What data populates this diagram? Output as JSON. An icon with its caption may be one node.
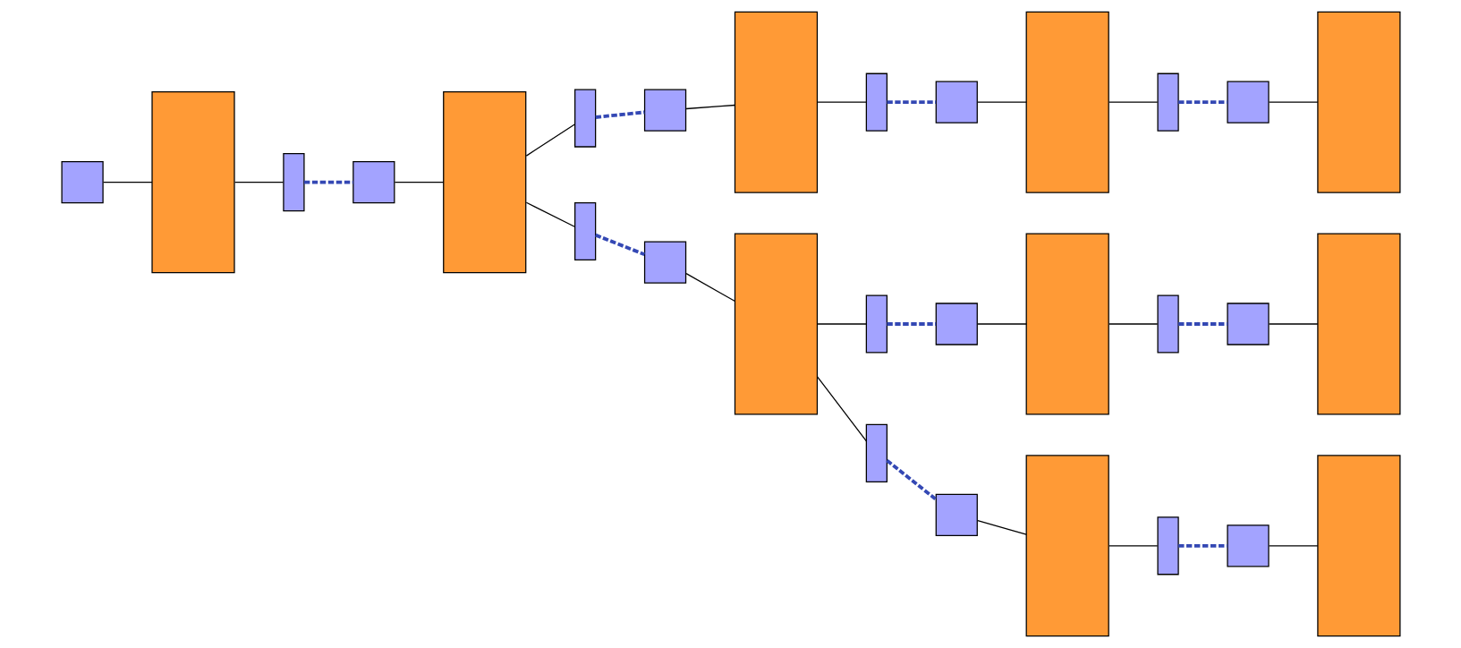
{
  "diagram": {
    "nodes": [
      {
        "text": [],
        "shape": "box"
      },
      {
        "text": [],
        "shape": "bar"
      },
      {
        "text": [],
        "shape": "bracket"
      },
      {
        "text": [],
        "shape": "box"
      },
      {
        "text": [],
        "shape": "bar"
      },
      {
        "text": [],
        "shape": "bracket"
      },
      {
        "text": [],
        "shape": "bracket"
      },
      {
        "text": [],
        "shape": "box"
      },
      {
        "text": [],
        "shape": "bar"
      },
      {
        "text": [],
        "shape": "bracket"
      },
      {
        "text": [],
        "shape": "box"
      },
      {
        "text": [],
        "shape": "bar"
      },
      {
        "text": [],
        "shape": "bracket"
      },
      {
        "text": [],
        "shape": "box"
      },
      {
        "text": [],
        "shape": "bar"
      },
      {
        "text": [],
        "shape": "box"
      },
      {
        "text": [],
        "shape": "bar"
      },
      {
        "text": [],
        "shape": "bracket"
      },
      {
        "text": [],
        "shape": "bracket"
      },
      {
        "text": [],
        "shape": "box"
      },
      {
        "text": [],
        "shape": "bar"
      },
      {
        "text": [],
        "shape": "bracket"
      },
      {
        "text": [],
        "shape": "box"
      },
      {
        "text": [],
        "shape": "bar"
      },
      {
        "text": [],
        "shape": "box"
      },
      {
        "text": [],
        "shape": "bar"
      },
      {
        "text": [],
        "shape": "bracket"
      },
      {
        "text": [],
        "shape": "box"
      },
      {
        "text": [],
        "shape": "bar"
      }
    ],
    "edges": [
      {
        "from": 0,
        "to": 1,
        "arrow": "none"
      },
      {
        "from": 1,
        "to": 2,
        "arrow": "none"
      },
      {
        "from": 2,
        "to": 3,
        "arrow": "none",
        "style": "dashed",
        "color": "#3448b4"
      },
      {
        "from": 3,
        "to": 4,
        "arrow": "none"
      },
      {
        "from": 4,
        "to": 5,
        "arrow": "none"
      },
      {
        "from": 4,
        "to": 6,
        "arrow": "none"
      },
      {
        "from": 5,
        "to": 7,
        "arrow": "none",
        "style": "dashed",
        "color": "#3448b4"
      },
      {
        "from": 6,
        "to": 15,
        "arrow": "none",
        "style": "dashed",
        "color": "#3448b4"
      },
      {
        "from": 7,
        "to": 8,
        "arrow": "none"
      },
      {
        "from": 8,
        "to": 9,
        "arrow": "none"
      },
      {
        "from": 9,
        "to": 10,
        "arrow": "none",
        "style": "dashed",
        "color": "#3448b4"
      },
      {
        "from": 10,
        "to": 11,
        "arrow": "none"
      },
      {
        "from": 11,
        "to": 12,
        "arrow": "none"
      },
      {
        "from": 12,
        "to": 13,
        "arrow": "none",
        "style": "dashed",
        "color": "#3448b4"
      },
      {
        "from": 13,
        "to": 14,
        "arrow": "none"
      },
      {
        "from": 15,
        "to": 16,
        "arrow": "none"
      },
      {
        "from": 16,
        "to": 17,
        "arrow": "none"
      },
      {
        "from": 16,
        "to": 18,
        "arrow": "none"
      },
      {
        "from": 17,
        "to": 19,
        "arrow": "none",
        "style": "dashed",
        "color": "#3448b4"
      },
      {
        "from": 18,
        "to": 24,
        "arrow": "none",
        "style": "dashed",
        "color": "#3448b4"
      },
      {
        "from": 19,
        "to": 20,
        "arrow": "none"
      },
      {
        "from": 20,
        "to": 21,
        "arrow": "none"
      },
      {
        "from": 21,
        "to": 22,
        "arrow": "none",
        "style": "dashed",
        "color": "#3448b4"
      },
      {
        "from": 22,
        "to": 23,
        "arrow": "none"
      },
      {
        "from": 24,
        "to": 25,
        "arrow": "none"
      },
      {
        "from": 25,
        "to": 26,
        "arrow": "none"
      },
      {
        "from": 26,
        "to": 27,
        "arrow": "none",
        "style": "dashed",
        "color": "#3448b4"
      },
      {
        "from": 27,
        "to": 28,
        "arrow": "none"
      }
    ]
  }
}
